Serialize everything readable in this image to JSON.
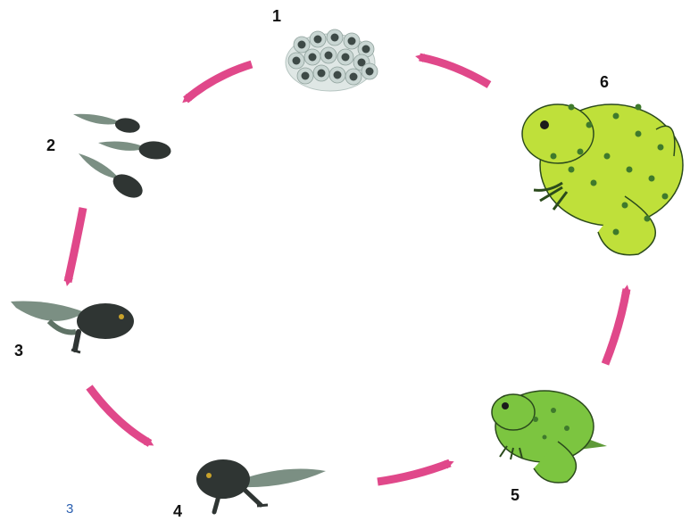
{
  "diagram": {
    "stage_labels": [
      "1",
      "2",
      "3",
      "4",
      "5",
      "6"
    ],
    "corner_note": "3",
    "colors": {
      "arrow": "#e0488a",
      "egg_jelly": "#c9d6d3",
      "egg_core": "#3e4a47",
      "tadpole_body": "#2f3533",
      "tadpole_fin": "#7b8f83",
      "froglet_skin": "#7cc540",
      "frog_skin": "#bfe03a",
      "frog_spots": "#3f7a2c",
      "outline": "#2b4a1c"
    },
    "icons": [
      "egg-cluster-icon",
      "tadpole-icon",
      "froglet-icon",
      "frog-icon",
      "arrow-icon"
    ]
  }
}
